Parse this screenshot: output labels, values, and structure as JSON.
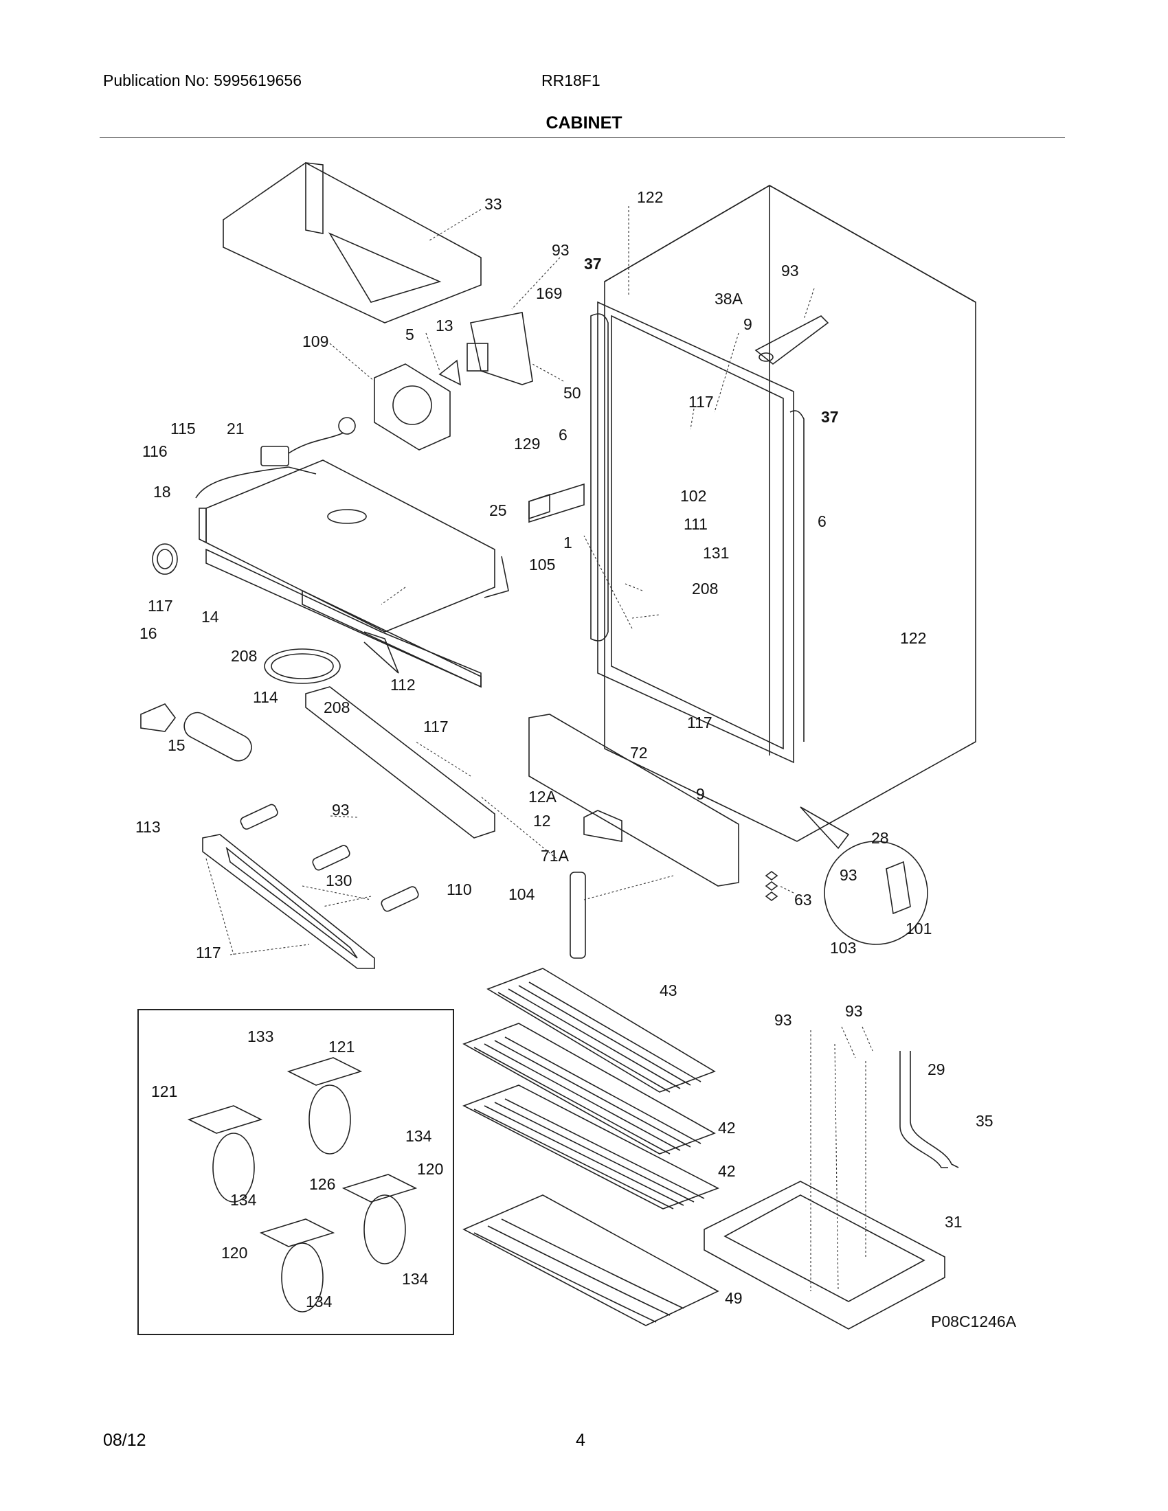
{
  "header": {
    "publication": "Publication No: 5995619656",
    "model": "RR18F1",
    "title": "CABINET"
  },
  "footer": {
    "date": "08/12",
    "page": "4"
  },
  "diagram": {
    "figure_code": "P08C1246A",
    "labels": [
      "33",
      "122",
      "93",
      "37",
      "169",
      "13",
      "109",
      "5",
      "38A",
      "9",
      "50",
      "117",
      "115",
      "21",
      "129",
      "6",
      "116",
      "18",
      "25",
      "102",
      "111",
      "1",
      "105",
      "131",
      "208",
      "117",
      "14",
      "16",
      "208",
      "112",
      "114",
      "208",
      "117",
      "15",
      "72",
      "9",
      "12A",
      "12",
      "93",
      "113",
      "71A",
      "110",
      "130",
      "104",
      "63",
      "28",
      "93",
      "101",
      "103",
      "117",
      "43",
      "93",
      "93",
      "133",
      "121",
      "29",
      "121",
      "35",
      "134",
      "42",
      "126",
      "120",
      "134",
      "42",
      "31",
      "120",
      "134",
      "49",
      "134",
      "117",
      "122",
      "6",
      "37",
      "9",
      "93"
    ]
  }
}
